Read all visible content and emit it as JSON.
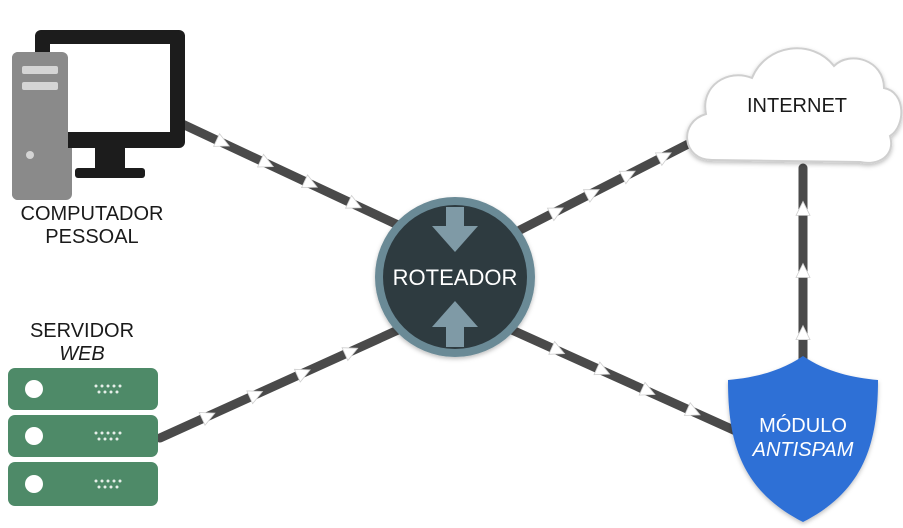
{
  "nodes": {
    "computer": {
      "label_line1": "COMPUTADOR",
      "label_line2": "PESSOAL"
    },
    "server": {
      "label_line1": "SERVIDOR",
      "label_line2": "WEB"
    },
    "router": {
      "label": "ROTEADOR"
    },
    "internet": {
      "label": "INTERNET"
    },
    "antispam": {
      "label_line1": "MÓDULO",
      "label_line2": "ANTISPAM"
    }
  },
  "colors": {
    "link": "#4a4a4a",
    "link_shadow": "#9a9a9a",
    "arrow": "#ffffff",
    "router_fill": "#2e3a40",
    "router_ring": "#6a8a96",
    "router_arrow": "#7f9aa6",
    "computer_dark": "#1c1c1c",
    "computer_gray": "#8a8a8a",
    "server_green": "#4e8a68",
    "shield_blue": "#2f6fd6",
    "cloud_fill": "#ffffff"
  },
  "links": [
    {
      "from": "computer",
      "to": "router",
      "arrows": 4
    },
    {
      "from": "server",
      "to": "router",
      "arrows": 4
    },
    {
      "from": "router",
      "to": "antispam",
      "arrows": 4
    },
    {
      "from": "router",
      "to": "internet",
      "arrows": 4
    },
    {
      "from": "antispam",
      "to": "internet",
      "arrows": 3
    }
  ]
}
